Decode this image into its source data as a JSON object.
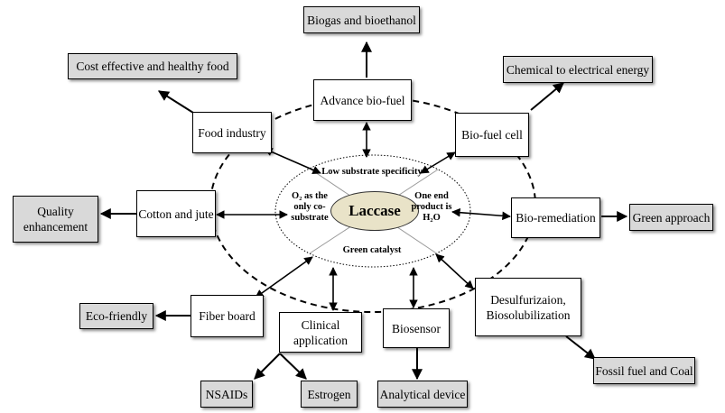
{
  "center": {
    "title": "Laccase",
    "top": "Low substrate specificity",
    "bottom": "Green catalyst",
    "left": "O₂ as the only co-substrate",
    "right": "One end product is H₂O"
  },
  "applications": {
    "advance_biofuel": "Advance bio-fuel",
    "food_industry": "Food industry",
    "biofuel_cell": "Bio-fuel cell",
    "cotton_jute": "Cotton and jute",
    "bioremediation": "Bio-remediation",
    "fiber_board": "Fiber board",
    "clinical": "Clinical application",
    "biosensor": "Biosensor",
    "desulfurization": "Desulfurizaion, Biosolubilization"
  },
  "outcomes": {
    "biogas": "Biogas and bioethanol",
    "food": "Cost effective and healthy food",
    "chemical": "Chemical to electrical energy",
    "quality": "Quality enhancement",
    "green": "Green approach",
    "eco": "Eco-friendly",
    "nsaids": "NSAIDs",
    "estrogen": "Estrogen",
    "analytical": "Analytical device",
    "fossil": "Fossil fuel and Coal"
  },
  "colors": {
    "outcome_fill": "#d9d9d9",
    "center_fill": "#e9e3c8"
  }
}
